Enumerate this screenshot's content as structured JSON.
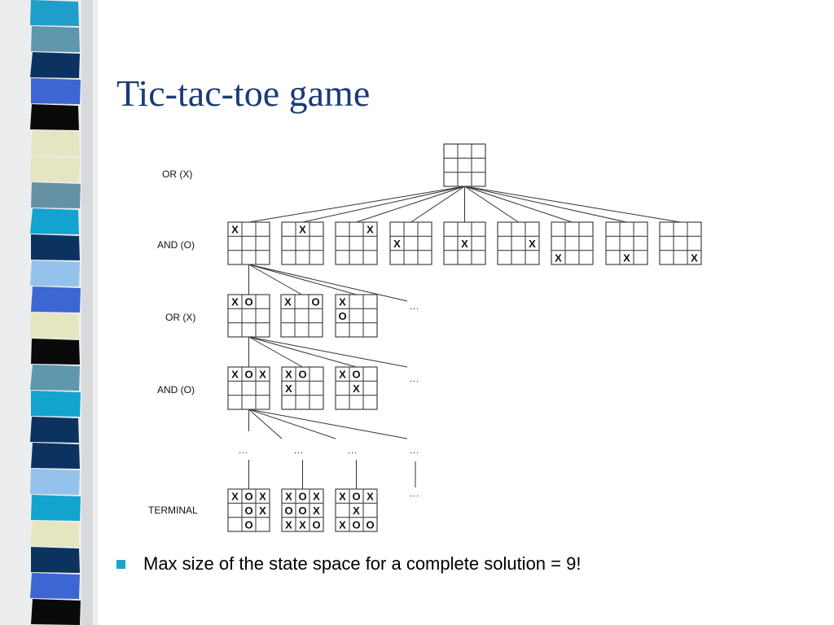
{
  "slide": {
    "title": "Tic-tac-toe game",
    "bullets": [
      "Max size of the state space for a complete solution = 9!"
    ]
  },
  "diagram": {
    "levels": [
      "OR (X)",
      "AND (O)",
      "OR (X)",
      "AND (O)",
      "TERMINAL"
    ],
    "ellipsis": "...",
    "root": [
      "",
      "",
      "",
      "",
      "",
      "",
      "",
      "",
      ""
    ],
    "level1": [
      [
        "X",
        "",
        "",
        "",
        "",
        "",
        "",
        "",
        ""
      ],
      [
        "",
        "X",
        "",
        "",
        "",
        "",
        "",
        "",
        ""
      ],
      [
        "",
        "",
        "X",
        "",
        "",
        "",
        "",
        "",
        ""
      ],
      [
        "",
        "",
        "",
        "X",
        "",
        "",
        "",
        "",
        ""
      ],
      [
        "",
        "",
        "",
        "",
        "X",
        "",
        "",
        "",
        ""
      ],
      [
        "",
        "",
        "",
        "",
        "",
        "X",
        "",
        "",
        ""
      ],
      [
        "",
        "",
        "",
        "",
        "",
        "",
        "X",
        "",
        ""
      ],
      [
        "",
        "",
        "",
        "",
        "",
        "",
        "",
        "X",
        ""
      ],
      [
        "",
        "",
        "",
        "",
        "",
        "",
        "",
        "",
        "X"
      ]
    ],
    "level2": [
      [
        "X",
        "O",
        "",
        "",
        "",
        "",
        "",
        "",
        ""
      ],
      [
        "X",
        "",
        "O",
        "",
        "",
        "",
        "",
        "",
        ""
      ],
      [
        "X",
        "",
        "",
        "O",
        "",
        "",
        "",
        "",
        ""
      ]
    ],
    "level3": [
      [
        "X",
        "O",
        "X",
        "",
        "",
        "",
        "",
        "",
        ""
      ],
      [
        "X",
        "O",
        "",
        "X",
        "",
        "",
        "",
        "",
        ""
      ],
      [
        "X",
        "O",
        "",
        "",
        "X",
        "",
        "",
        "",
        ""
      ]
    ],
    "terminal": [
      [
        "X",
        "O",
        "X",
        "",
        "O",
        "X",
        "",
        "O",
        ""
      ],
      [
        "X",
        "O",
        "X",
        "O",
        "O",
        "X",
        "X",
        "X",
        "O"
      ],
      [
        "X",
        "O",
        "X",
        "",
        "X",
        "",
        "X",
        "O",
        "O"
      ]
    ]
  },
  "colors": {
    "title": "#1a3a78",
    "bullet": "#1fa3c7",
    "stripe": [
      "#1e9ec8",
      "#5f97ac",
      "#0c3360",
      "#3d66d2",
      "#0a0a0a",
      "#e4e6c2",
      "#e4e6c2",
      "#6591a5",
      "#13a3cf",
      "#0c3360",
      "#94c2ea",
      "#3d66d2",
      "#e4e6c2",
      "#0a0a0a",
      "#5f97ac",
      "#13a3cf",
      "#0c3360",
      "#0c3360",
      "#94c2ea",
      "#13a3cf",
      "#e4e6c2",
      "#0c3360",
      "#3d66d2",
      "#0a0a0a"
    ]
  }
}
